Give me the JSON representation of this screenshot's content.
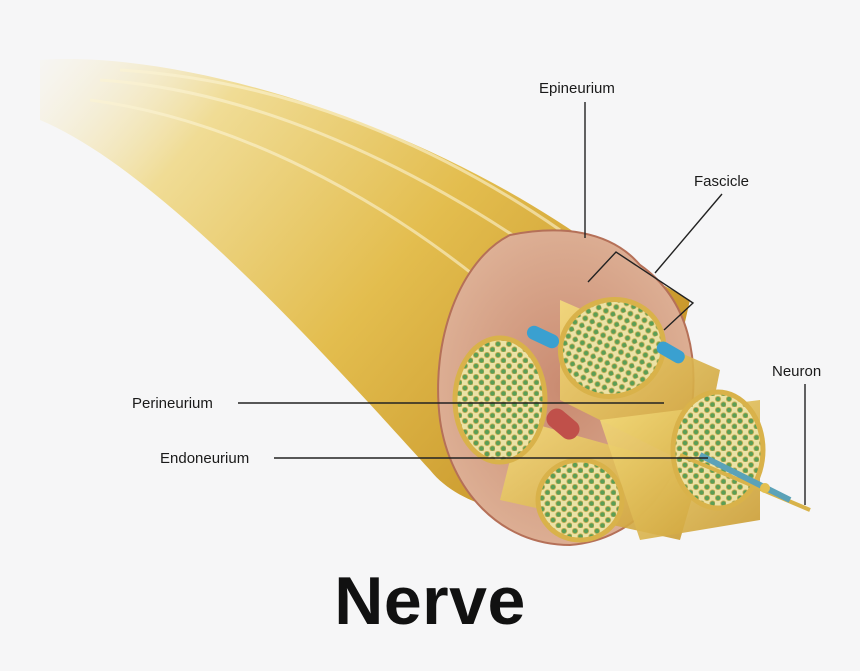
{
  "title": "Nerve",
  "labels": {
    "epineurium": "Epineurium",
    "fascicle": "Fascicle",
    "neuron": "Neuron",
    "perineurium": "Perineurium",
    "endoneurium": "Endoneurium"
  },
  "colors": {
    "background": "#f6f6f7",
    "nerve_body": "#e8c55a",
    "epineurium": "#d9a48a",
    "fascicle_face": "#efe3a0",
    "axon_dot": "#5aa05a",
    "vein": "#3aa0d0",
    "artery": "#c0504a"
  }
}
